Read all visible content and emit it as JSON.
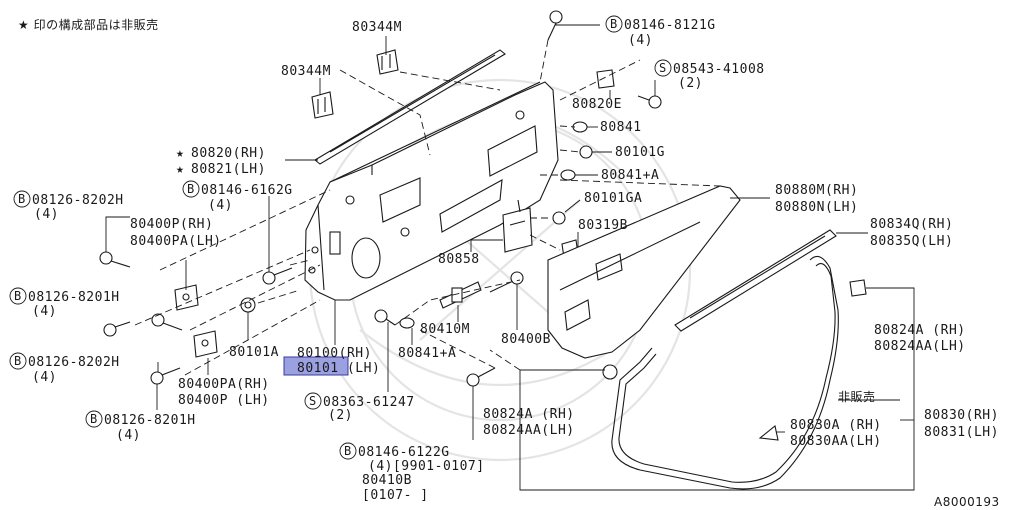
{
  "note": "★ 印の構成部品は非販売",
  "diagram_id": "A8000193",
  "hint_bubble_label": "非販売",
  "labels": {
    "p80344m_top": "80344M",
    "p80344m_left": "80344M",
    "bolt_8121g": "08146-8121G",
    "bolt_8121g_qty": "(4)",
    "screw_41008": "08543-41008",
    "screw_41008_qty": "(2)",
    "p80820e": "80820E",
    "p80841_a": "80841",
    "p80101g": "80101G",
    "p80841a_upper": "80841+A",
    "p80101ga": "80101GA",
    "p80319b": "80319B",
    "p80858": "80858",
    "p80410m": "80410M",
    "p80400b": "80400B",
    "p80841a_lower": "80841+A",
    "p80820_rh": "80820(RH)",
    "p80821_lh": "80821(LH)",
    "bolt_6162g": "08146-6162G",
    "bolt_6162g_qty": "(4)",
    "bolt_8202h_top": "08126-8202H",
    "bolt_8202h_top_qty": "(4)",
    "hinge_upper_rh": "80400P(RH)",
    "hinge_upper_lh": "80400PA(LH)",
    "bolt_8201h_top": "08126-8201H",
    "bolt_8201h_top_qty": "(4)",
    "p80101a": "80101A",
    "door_rh": "80100(RH)",
    "door_lh": "80101 (LH)",
    "bolt_8202h_mid": "08126-8202H",
    "bolt_8202h_mid_qty": "(4)",
    "hinge_lower_rh": "80400PA(RH)",
    "hinge_lower_lh": "80400P  (LH)",
    "screw_61247": "08363-61247",
    "screw_61247_qty": "(2)",
    "bolt_8201h_bot": "08126-8201H",
    "bolt_8201h_bot_qty": "(4)",
    "bolt_6122g": "08146-6122G",
    "bolt_6122g_qty": "(4)[9901-0107]",
    "p80410b": "80410B",
    "p80410b_range": "[0107-      ]",
    "p80880m_rh": "80880M(RH)",
    "p80880n_lh": "80880N(LH)",
    "p80834q_rh": "80834Q(RH)",
    "p80835q_lh": "80835Q(LH)",
    "p80824a_rh_right": "80824A (RH)",
    "p80824aa_lh_right": "80824AA(LH)",
    "p80824a_rh_left": "80824A  (RH)",
    "p80824aa_lh_left": "80824AA(LH)",
    "p80830a_rh": "80830A  (RH)",
    "p80830aa_lh": "80830AA(LH)",
    "p80830_rh": "80830(RH)",
    "p80831_lh": "80831(LH)"
  },
  "markers": {
    "star": "★",
    "bolt_letter": "B",
    "screw_letter": "S"
  },
  "colors": {
    "line": "#1a1a1a",
    "highlight": "#9aa0e0",
    "watermark": "#e4e4e4"
  }
}
